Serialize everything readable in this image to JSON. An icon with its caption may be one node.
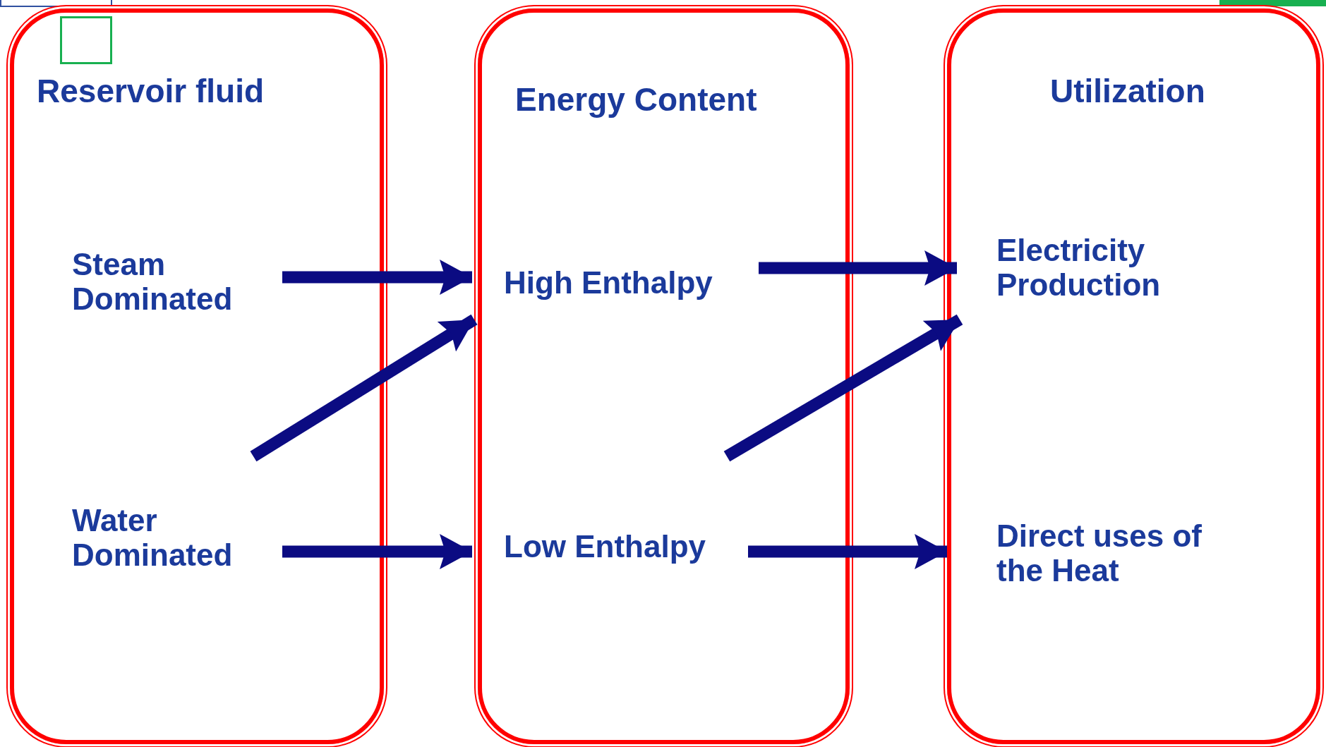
{
  "diagram": {
    "nodes": [
      {
        "text": [
          "Reservoir fluid"
        ]
      },
      {
        "text": [
          "Energy Content"
        ]
      },
      {
        "text": [
          "Utilization"
        ]
      },
      {
        "text": [
          "Steam Dominated"
        ],
        "in": 0
      },
      {
        "text": [
          "Water Dominated"
        ],
        "in": 0
      },
      {
        "text": [
          "High Enthalpy"
        ],
        "in": 1
      },
      {
        "text": [
          "Low Enthalpy"
        ],
        "in": 1
      },
      {
        "text": [
          "Electricity Production"
        ],
        "in": 2
      },
      {
        "text": [
          "Direct uses of the Heat"
        ],
        "in": 2
      },
      {
        "text": [],
        "shape": "box",
        "in": 0
      }
    ],
    "edges": [
      {
        "from": 3,
        "to": 5,
        "arrow": "to"
      },
      {
        "from": 4,
        "to": 5,
        "arrow": "to"
      },
      {
        "from": 4,
        "to": 6,
        "arrow": "to"
      },
      {
        "from": 5,
        "to": 7,
        "arrow": "to"
      },
      {
        "from": 6,
        "to": 7,
        "arrow": "to"
      },
      {
        "from": 6,
        "to": 8,
        "arrow": "to"
      }
    ]
  }
}
